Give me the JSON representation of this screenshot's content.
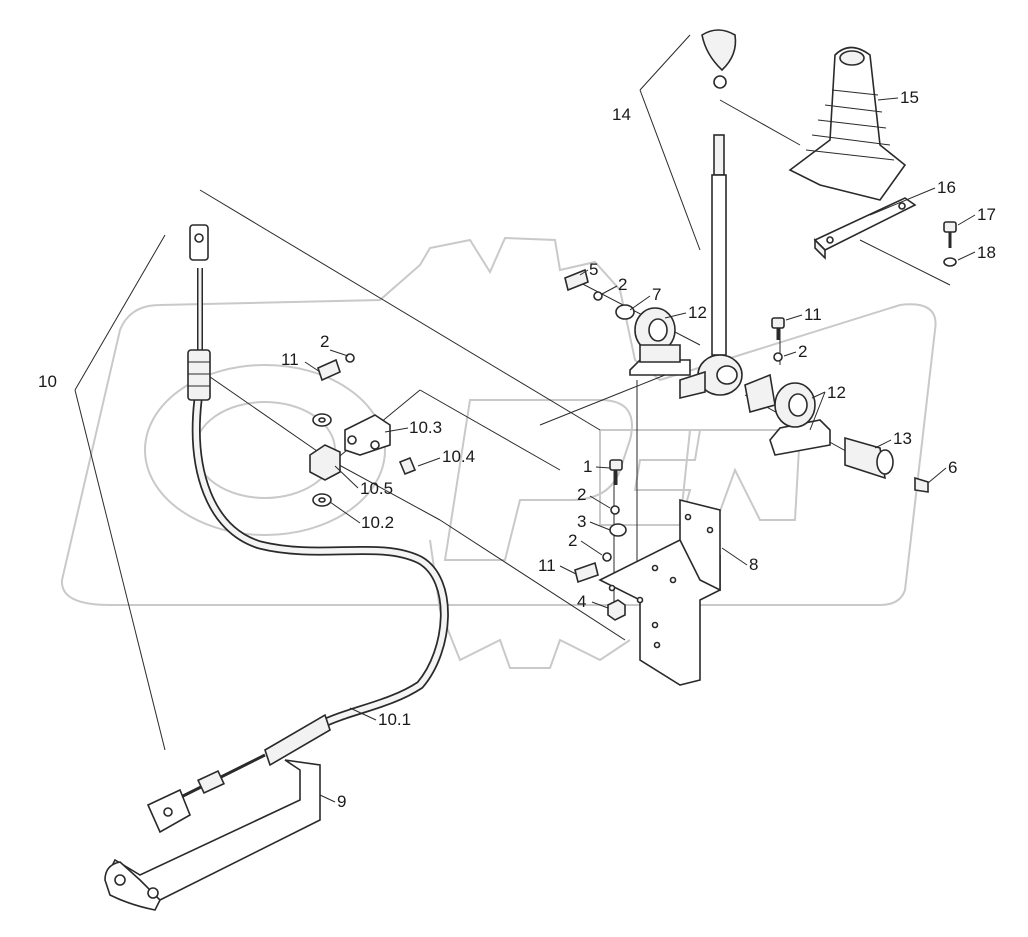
{
  "diagram": {
    "labels": {
      "p10": "10",
      "p11a": "11",
      "p2a": "2",
      "p10_3": "10.3",
      "p10_4": "10.4",
      "p10_5": "10.5",
      "p10_2": "10.2",
      "p10_1": "10.1",
      "p9": "9",
      "p14": "14",
      "p15": "15",
      "p16": "16",
      "p17": "17",
      "p18": "18",
      "p5": "5",
      "p2b": "2",
      "p7": "7",
      "p12a": "12",
      "p11b": "11",
      "p2c": "2",
      "p12b": "12",
      "p13": "13",
      "p6": "6",
      "p1": "1",
      "p2d": "2",
      "p3": "3",
      "p2e": "2",
      "p11c": "11",
      "p8": "8",
      "p4": "4"
    }
  }
}
